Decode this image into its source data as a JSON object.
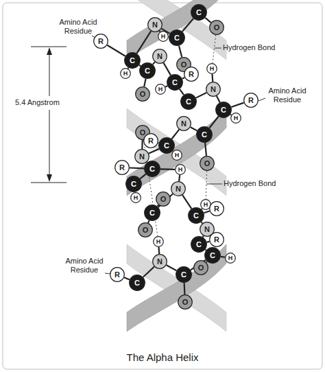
{
  "diagram": {
    "caption": "The Alpha Helix",
    "nodes": [
      {
        "text": [
          "C"
        ]
      },
      {
        "text": [
          "O"
        ]
      },
      {
        "text": [
          "N"
        ]
      },
      {
        "text": [
          "H"
        ]
      },
      {
        "text": [
          "C"
        ]
      },
      {
        "text": [
          "R"
        ]
      },
      {
        "text": [
          "C"
        ]
      },
      {
        "text": [
          "H"
        ]
      },
      {
        "text": [
          "N"
        ]
      },
      {
        "text": [
          "O"
        ]
      },
      {
        "text": [
          "R"
        ]
      },
      {
        "text": [
          "C"
        ]
      },
      {
        "text": [
          "C"
        ]
      },
      {
        "text": [
          "H"
        ]
      },
      {
        "text": [
          "O"
        ]
      },
      {
        "text": [
          "H"
        ]
      },
      {
        "text": [
          "N"
        ]
      },
      {
        "text": [
          "C"
        ]
      },
      {
        "text": [
          "C"
        ]
      },
      {
        "text": [
          "R"
        ]
      },
      {
        "text": [
          "H"
        ]
      },
      {
        "text": [
          "N"
        ]
      },
      {
        "text": [
          "C"
        ]
      },
      {
        "text": [
          "O"
        ]
      },
      {
        "text": [
          "O"
        ]
      },
      {
        "text": [
          "R"
        ]
      },
      {
        "text": [
          "N"
        ]
      },
      {
        "text": [
          "C"
        ]
      },
      {
        "text": [
          "H"
        ]
      },
      {
        "text": [
          "R"
        ]
      },
      {
        "text": [
          "C"
        ]
      },
      {
        "text": [
          "N"
        ]
      },
      {
        "text": [
          "H"
        ]
      },
      {
        "text": [
          "C"
        ]
      },
      {
        "text": [
          "H"
        ]
      },
      {
        "text": [
          "O"
        ]
      },
      {
        "text": [
          "C"
        ]
      },
      {
        "text": [
          "O"
        ]
      },
      {
        "text": [
          "H"
        ]
      },
      {
        "text": [
          "H"
        ]
      },
      {
        "text": [
          "R"
        ]
      },
      {
        "text": [
          "C"
        ]
      },
      {
        "text": [
          "N"
        ]
      },
      {
        "text": [
          "C"
        ]
      },
      {
        "text": [
          "R"
        ]
      },
      {
        "text": [
          "C"
        ]
      },
      {
        "text": [
          "H"
        ]
      },
      {
        "text": [
          "O"
        ]
      },
      {
        "text": [
          "N"
        ]
      },
      {
        "text": [
          "R"
        ]
      },
      {
        "text": [
          "C"
        ]
      },
      {
        "text": [
          "C"
        ]
      },
      {
        "text": [
          "O"
        ]
      }
    ],
    "edges": [
      {
        "from": 2,
        "to": 4,
        "arrow": "none"
      },
      {
        "from": 4,
        "to": 0,
        "arrow": "none"
      },
      {
        "from": 0,
        "to": 1,
        "arrow": "none"
      },
      {
        "from": 2,
        "to": 3,
        "arrow": "none"
      },
      {
        "from": 6,
        "to": 2,
        "arrow": "none"
      },
      {
        "from": 5,
        "to": 6,
        "arrow": "none"
      },
      {
        "from": 6,
        "to": 7,
        "arrow": "none"
      },
      {
        "from": 6,
        "to": 11,
        "arrow": "none"
      },
      {
        "from": 11,
        "to": 14,
        "arrow": "none"
      },
      {
        "from": 11,
        "to": 8,
        "arrow": "none"
      },
      {
        "from": 8,
        "to": 12,
        "arrow": "none"
      },
      {
        "from": 4,
        "to": 9,
        "arrow": "none"
      },
      {
        "from": 12,
        "to": 13,
        "arrow": "none"
      },
      {
        "from": 12,
        "to": 10,
        "arrow": "none"
      },
      {
        "from": 12,
        "to": 17,
        "arrow": "none"
      },
      {
        "from": 17,
        "to": 16,
        "arrow": "none"
      },
      {
        "from": 16,
        "to": 15,
        "arrow": "none"
      },
      {
        "from": 16,
        "to": 18,
        "arrow": "none"
      },
      {
        "from": 18,
        "to": 19,
        "arrow": "none"
      },
      {
        "from": 18,
        "to": 20,
        "arrow": "none"
      },
      {
        "from": 18,
        "to": 22,
        "arrow": "none"
      },
      {
        "from": 22,
        "to": 23,
        "arrow": "none"
      },
      {
        "from": 22,
        "to": 21,
        "arrow": "none"
      },
      {
        "from": 21,
        "to": 27,
        "arrow": "none"
      },
      {
        "from": 27,
        "to": 25,
        "arrow": "none"
      },
      {
        "from": 27,
        "to": 28,
        "arrow": "none"
      },
      {
        "from": 27,
        "to": 26,
        "arrow": "none"
      },
      {
        "from": 24,
        "to": 26,
        "arrow": "none"
      },
      {
        "from": 26,
        "to": 30,
        "arrow": "none"
      },
      {
        "from": 30,
        "to": 29,
        "arrow": "none"
      },
      {
        "from": 30,
        "to": 32,
        "arrow": "none"
      },
      {
        "from": 31,
        "to": 32,
        "arrow": "none"
      },
      {
        "from": 30,
        "to": 33,
        "arrow": "none"
      },
      {
        "from": 33,
        "to": 34,
        "arrow": "none"
      },
      {
        "from": 36,
        "to": 35,
        "arrow": "none"
      },
      {
        "from": 36,
        "to": 37,
        "arrow": "none"
      },
      {
        "from": 31,
        "to": 36,
        "arrow": "none"
      },
      {
        "from": 38,
        "to": 48,
        "arrow": "none"
      },
      {
        "from": 31,
        "to": 41,
        "arrow": "none"
      },
      {
        "from": 41,
        "to": 39,
        "arrow": "none"
      },
      {
        "from": 41,
        "to": 40,
        "arrow": "none"
      },
      {
        "from": 41,
        "to": 42,
        "arrow": "none"
      },
      {
        "from": 42,
        "to": 43,
        "arrow": "none"
      },
      {
        "from": 43,
        "to": 44,
        "arrow": "none"
      },
      {
        "from": 43,
        "to": 45,
        "arrow": "none"
      },
      {
        "from": 45,
        "to": 46,
        "arrow": "none"
      },
      {
        "from": 45,
        "to": 47,
        "arrow": "none"
      },
      {
        "from": 45,
        "to": 51,
        "arrow": "none"
      },
      {
        "from": 51,
        "to": 52,
        "arrow": "none"
      },
      {
        "from": 51,
        "to": 48,
        "arrow": "none"
      },
      {
        "from": 48,
        "to": 50,
        "arrow": "none"
      },
      {
        "from": 50,
        "to": 49,
        "arrow": "none"
      },
      {
        "from": 1,
        "to": 15,
        "arrow": "none"
      },
      {
        "from": 24,
        "to": 38,
        "arrow": "none"
      },
      {
        "from": 23,
        "to": 39,
        "arrow": "none"
      }
    ],
    "labels": [
      "Amino Acid Residue",
      "Amino Acid Residue",
      "Amino Acid Residue",
      "Hydrogen Bond",
      "Hydrogen Bond",
      "5.4 Angstrom"
    ]
  }
}
